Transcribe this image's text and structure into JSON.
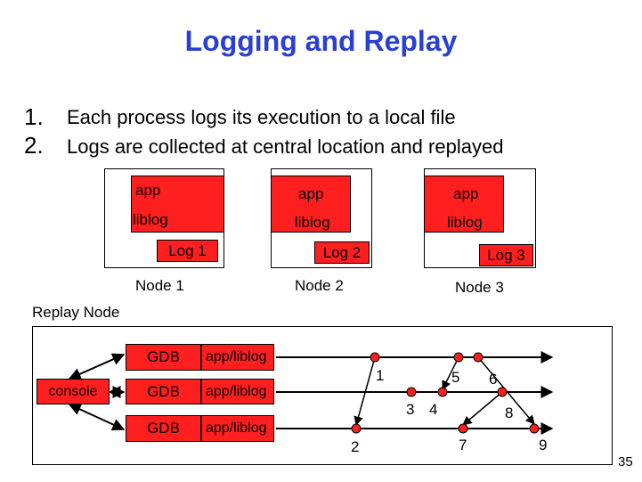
{
  "title": "Logging and Replay",
  "bullets": [
    {
      "num": "1.",
      "text": "Each process logs its execution to a local file"
    },
    {
      "num": "2.",
      "text": "Logs are collected at central location and replayed"
    }
  ],
  "nodes": [
    {
      "app": "app",
      "liblog": "liblog",
      "log": "Log 1",
      "name": "Node 1"
    },
    {
      "app": "app",
      "liblog": "liblog",
      "log": "Log 2",
      "name": "Node 2"
    },
    {
      "app": "app",
      "liblog": "liblog",
      "log": "Log 3",
      "name": "Node 3"
    }
  ],
  "replay": {
    "label": "Replay Node",
    "console": "console",
    "rows": [
      {
        "gdb": "GDB",
        "app": "app/liblog"
      },
      {
        "gdb": "GDB",
        "app": "app/liblog"
      },
      {
        "gdb": "GDB",
        "app": "app/liblog"
      }
    ],
    "event_labels": [
      "1",
      "2",
      "3",
      "4",
      "5",
      "6",
      "7",
      "8",
      "9"
    ]
  },
  "page_number": "35",
  "colors": {
    "title": "#2a3fd4",
    "box_fill": "#ff1f1f"
  }
}
